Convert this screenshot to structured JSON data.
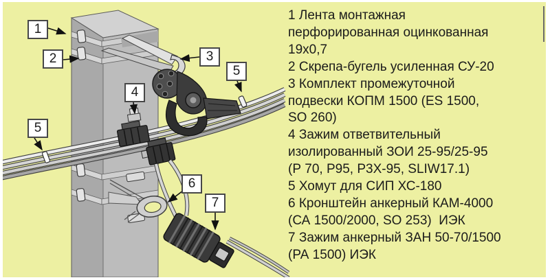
{
  "page": {
    "background_color": "#edf0a2",
    "margin_color": "#ffffff",
    "pole_left_color": "#a9a9a9",
    "pole_right_color": "#bcbcbc",
    "pole_top_color": "#d2d2d2",
    "hardware_dark_color": "#3a3a3a",
    "cable_color": "#d6d6d6",
    "cable_outline_color": "#3f3f3f",
    "callout_border_color": "#474747",
    "text_color": "#1b1b1b"
  },
  "callouts": [
    {
      "label": "1"
    },
    {
      "label": "2"
    },
    {
      "label": "3"
    },
    {
      "label": "4"
    },
    {
      "label": "5"
    },
    {
      "label": "5"
    },
    {
      "label": "6"
    },
    {
      "label": "7"
    }
  ],
  "legend": {
    "lines": [
      "1 Лента монтажная",
      "перфорированная оцинкованная",
      "19х0,7",
      "2 Скрепа-бугель усиленная СУ-20",
      "3 Комплект промежуточной",
      "подвески КОПМ 1500 (ES 1500,",
      "SO 260)",
      "4 Зажим ответвительный",
      "изолированный ЗОИ 25-95/25-95",
      "(Р 70, Р95, Р3Х-95, SLIW17.1)",
      "5 Хомут для СИП ХС-180",
      "6 Кронштейн анкерный КАМ-4000",
      "(СА 1500/2000, SO 253)  ИЭК",
      "7 Зажим анкерный ЗАН 50-70/1500",
      "(РА 1500) ИЭК"
    ]
  }
}
